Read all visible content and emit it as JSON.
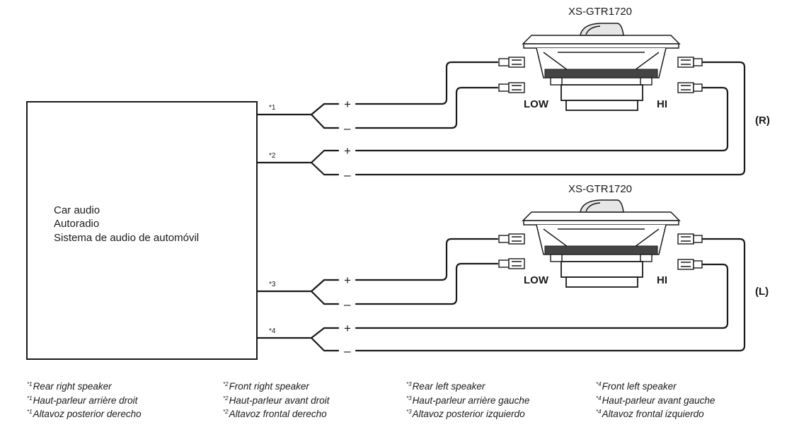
{
  "head_unit": {
    "lines": [
      "Car audio",
      "Autoradio",
      "Sistema de audio de automóvil"
    ]
  },
  "markers": [
    "*1",
    "*2",
    "*3",
    "*4"
  ],
  "polarity": {
    "plus": "+",
    "minus": "–"
  },
  "speakers": [
    {
      "model": "XS-GTR1720",
      "low": "LOW",
      "hi": "HI",
      "side": "(R)"
    },
    {
      "model": "XS-GTR1720",
      "low": "LOW",
      "hi": "HI",
      "side": "(L)"
    }
  ],
  "footnotes": [
    {
      "mark": "*1",
      "lines": [
        "Rear right speaker",
        "Haut-parleur arrière droit",
        "Altavoz posterior derecho"
      ]
    },
    {
      "mark": "*2",
      "lines": [
        "Front right speaker",
        "Haut-parleur avant droit",
        "Altavoz frontal derecho"
      ]
    },
    {
      "mark": "*3",
      "lines": [
        "Rear left speaker",
        "Haut-parleur arrière gauche",
        "Altavoz posterior izquierdo"
      ]
    },
    {
      "mark": "*4",
      "lines": [
        "Front left speaker",
        "Haut-parleur avant gauche",
        "Altavoz frontal izquierdo"
      ]
    }
  ]
}
